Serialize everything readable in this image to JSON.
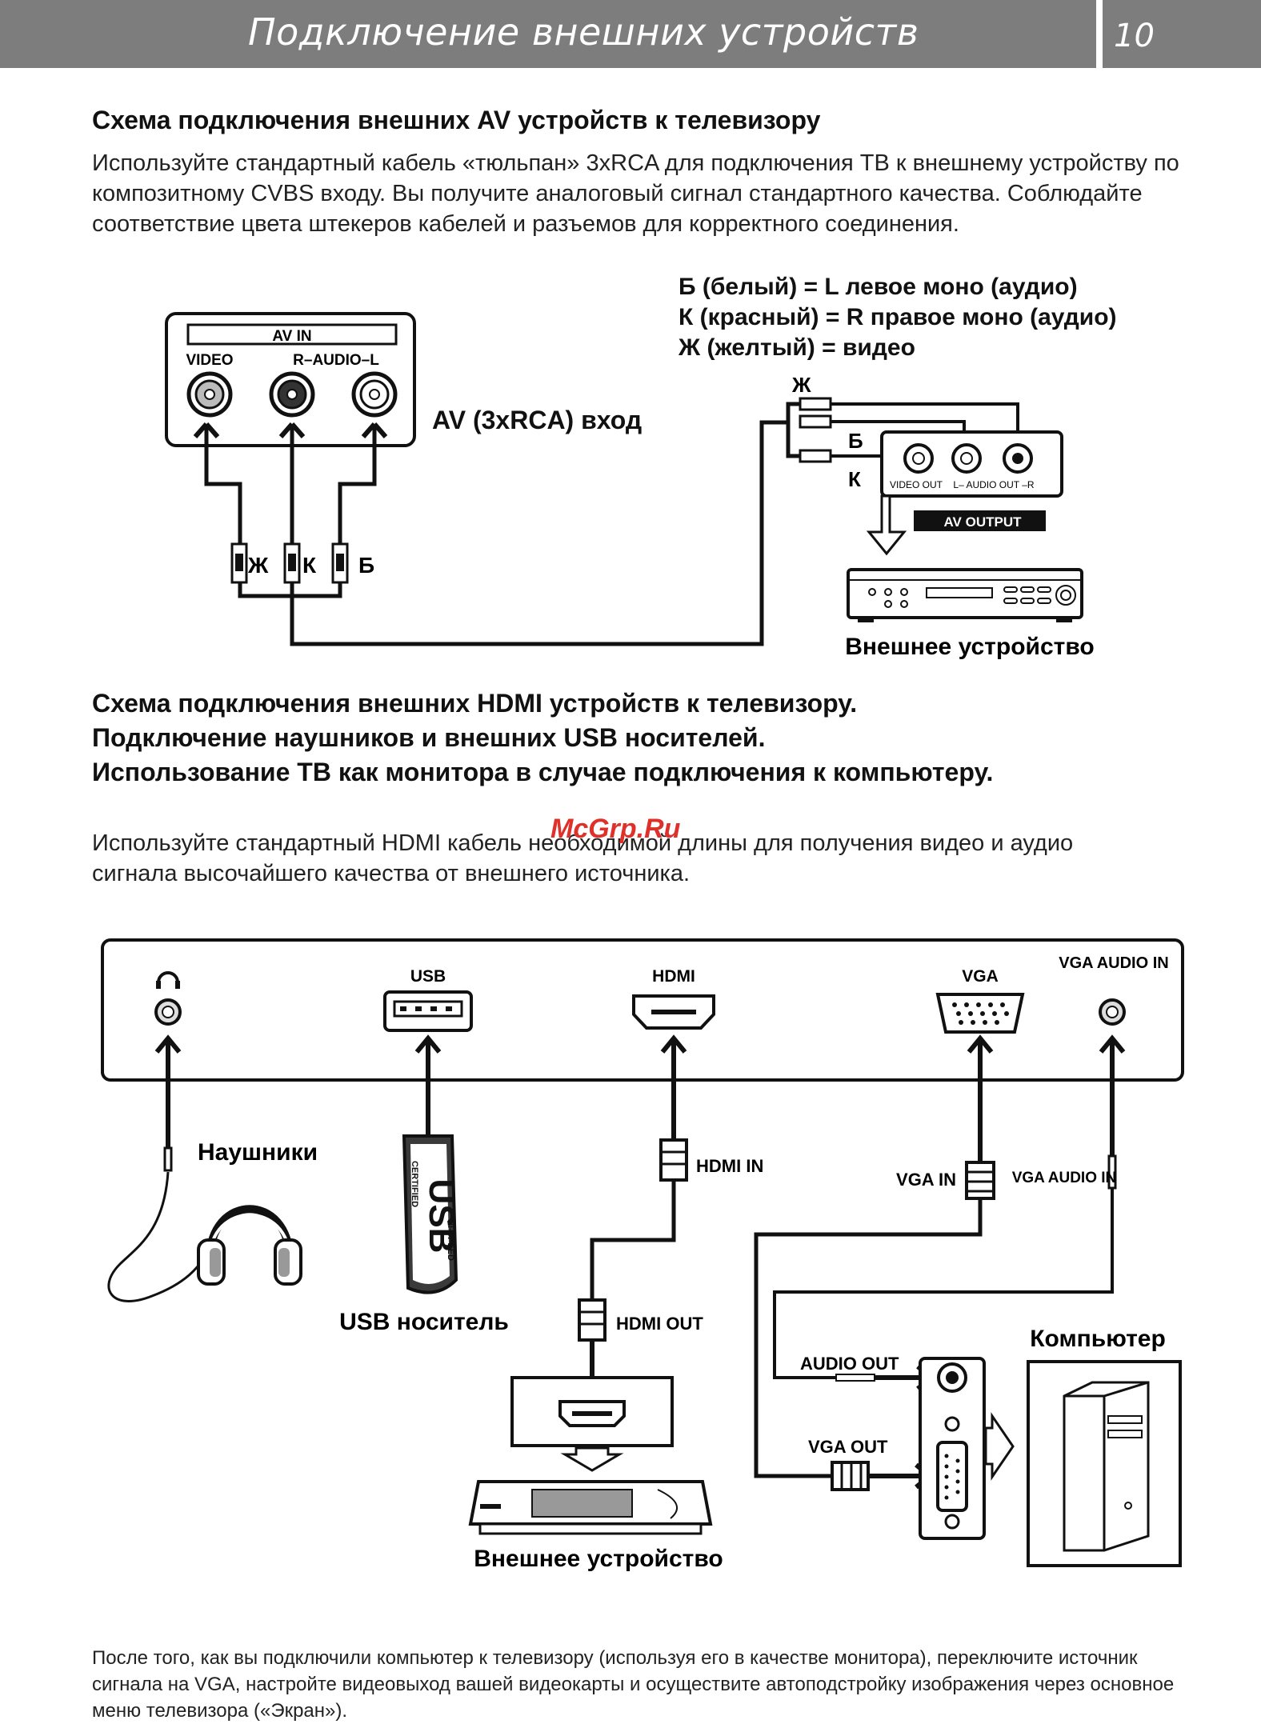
{
  "header": {
    "title": "Подключение внешних устройств",
    "page_number": "10"
  },
  "section1": {
    "heading": "Схема подключения внешних AV устройств к телевизору",
    "text": "Используйте стандартный кабель «тюльпан» 3xRCA  для подключения ТВ к внешнему устройству по композитному CVBS входу. Вы получите аналоговый сигнал стандартного качества. Соблюдайте соответствие цвета штекеров кабелей и разъемов для корректного соединения.",
    "legend": [
      "Б (белый) = L левое моно (аудио)",
      "К (красный) = R правое моно (аудио)",
      "Ж (желтый) = видео"
    ],
    "tv_panel": {
      "title": "AV IN",
      "label_video": "VIDEO",
      "label_audio": "R–AUDIO–L"
    },
    "input_label": "AV (3xRCA) вход",
    "plug_letters": [
      "Ж",
      "К",
      "Б"
    ],
    "device_labels": {
      "video_out": "VIDEO OUT",
      "audio_out": "L– AUDIO OUT –R",
      "output": "AV OUTPUT"
    },
    "device_caption": "Внешнее устройство"
  },
  "section2": {
    "headings": [
      "Схема подключения внешних HDMI устройств к телевизору.",
      "Подключение наушников и внешних USB носителей.",
      "Использование ТВ как монитора в случае подключения к компьютеру."
    ],
    "text": "Используйте стандартный HDMI кабель необходимой длины для получения видео и аудио сигнала высочайшего качества от внешнего источника.",
    "watermark": "McGrp.Ru",
    "ports": {
      "usb": "USB",
      "hdmi": "HDMI",
      "vga": "VGA",
      "vga_audio": "VGA AUDIO IN"
    },
    "labels": {
      "headphones": "Наушники",
      "usb_storage": "USB носитель",
      "usb_stick_brand": "USB",
      "usb_stick_certified": "CERTIFIED",
      "usb_stick_speed": "Hi-SPEED",
      "hdmi_in": "HDMI IN",
      "hdmi_out": "HDMI OUT",
      "vga_in": "VGA IN",
      "vga_audio_in": "VGA AUDIO IN",
      "audio_out": "AUDIO OUT",
      "vga_out": "VGA OUT",
      "computer": "Компьютер",
      "device": "Внешнее устройство"
    }
  },
  "footer": "После того, как вы подключили компьютер к телевизору (используя его в качестве монитора), переключите источник сигнала на VGA, настройте видеовыход вашей видеокарты и осуществите автоподстройку изображения через основное меню телевизора («Экран»)."
}
